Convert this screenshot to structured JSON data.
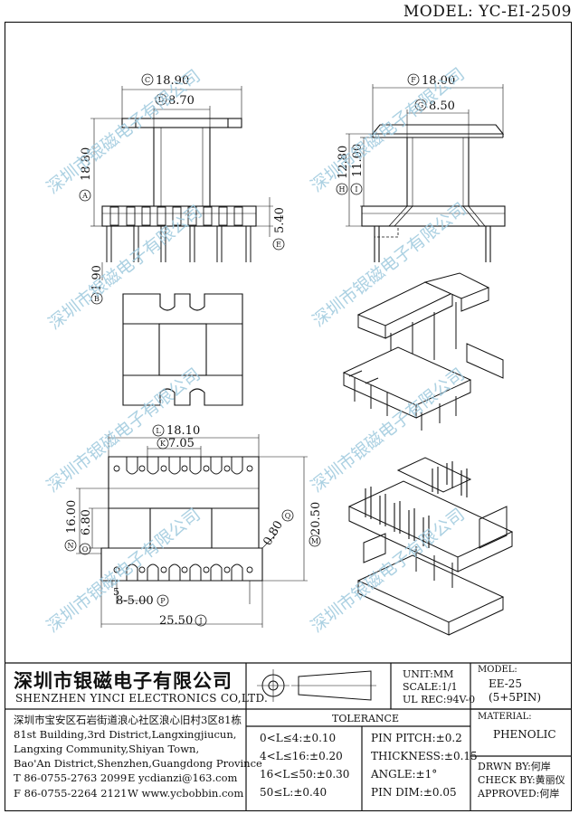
{
  "header": {
    "model": "MODEL: YC-EI-2509"
  },
  "dims": {
    "c": "18.90",
    "d": "8.70",
    "a": "18.80",
    "e": "5.40",
    "b": "1.90",
    "f": "18.00",
    "g": "8.50",
    "h": "12.80",
    "i": "11.00",
    "l": "18.10",
    "k": "7.05",
    "n": "16.00",
    "o": "6.80",
    "q": "0.80",
    "m": "20.50",
    "pin5": "5",
    "p": "8-5.00",
    "j": "25.50"
  },
  "balloons": {
    "a": "A",
    "b": "B",
    "c": "C",
    "d": "D",
    "e": "E",
    "f": "F",
    "g": "G",
    "h": "H",
    "i": "I",
    "j": "J",
    "k": "K",
    "l": "L",
    "m": "M",
    "n": "N",
    "o": "O",
    "p": "P",
    "q": "Q"
  },
  "watermark": [
    "深圳市银磁电子有限公司",
    "深圳市银磁电子有限公司",
    "深圳市银磁电子有限公司",
    "深圳市银磁电子有限公司",
    "深圳市银磁电子有限公司",
    "深圳市银磁电子有限公司",
    "深圳市银磁电子有限公司",
    "深圳市银磁电子有限公司"
  ],
  "title_block": {
    "company_cn": "深圳市银磁电子有限公司",
    "company_en": "SHENZHEN YINCI ELECTRONICS CO,LTD.",
    "unit": "UNIT:MM",
    "scale": "SCALE:1/1",
    "ul": "UL REC:94V-0",
    "model_label": "MODEL:",
    "model_value": "EE-25",
    "model_pins": "(5+5PIN)",
    "material_label": "MATERIAL:",
    "material_value": "PHENOLIC",
    "address": [
      "深圳市宝安区石岩街道浪心社区浪心旧村3区81栋",
      "81st Building,3rd District,Langxingjiucun,",
      "Langxing Community,Shiyan Town,",
      "Bao'An District,Shenzhen,Guangdong Province"
    ],
    "tel": "T 86-0755-2763 2099",
    "email": "E ycdianzi@163.com",
    "fax": "F 86-0755-2264 2121",
    "web": "W www.ycbobbin.com",
    "tolerance_title": "TOLERANCE",
    "tol_left": [
      "0<L≤4:±0.10",
      "4<L≤16:±0.20",
      "16<L≤50:±0.30",
      "50≤L:±0.40"
    ],
    "tol_right": [
      "PIN PITCH:±0.2",
      "THICKNESS:±0.15",
      "ANGLE:±1°",
      "PIN DIM:±0.05"
    ],
    "drwn": "DRWN BY:何岸",
    "check": "CHECK BY:黄丽仪",
    "approved": "APPROVED:何岸"
  }
}
